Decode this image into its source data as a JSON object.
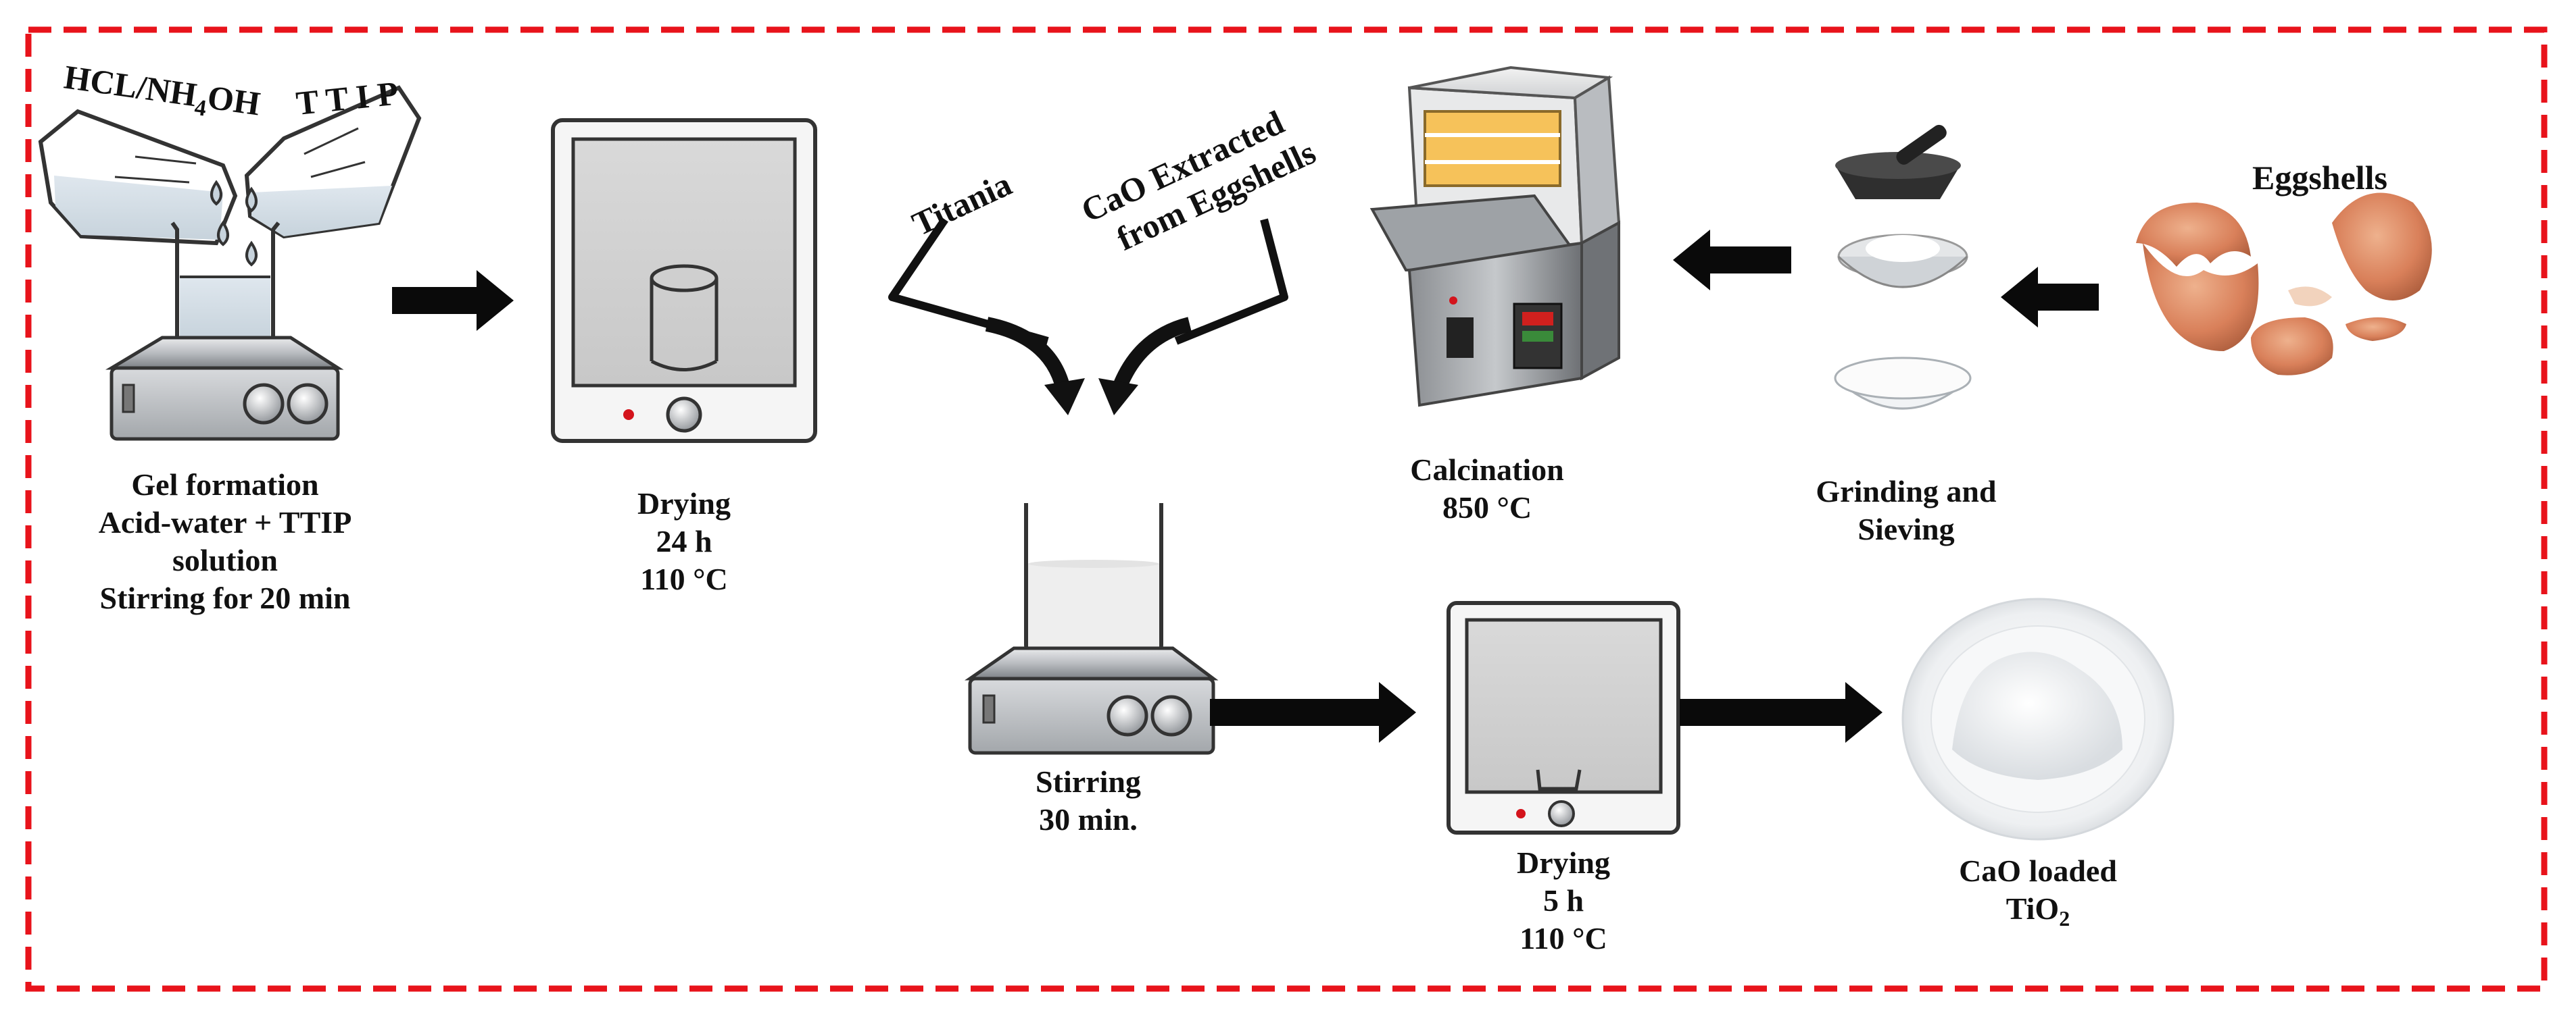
{
  "colors": {
    "frame": "#e8131b",
    "arrow": "#0a0a0a",
    "steel": "#9aa0a6",
    "eggshell": "#d9805a"
  },
  "icons": {
    "flask": "pouring-flasks-icon",
    "oven": "drying-oven-icon",
    "funnel": "mixing-funnel-icon",
    "furnace": "muffle-furnace-icon",
    "mortar": "mortar-and-pestle-icon",
    "sieve": "sieve-icon",
    "bowl": "powder-bowl-icon",
    "eggs": "eggshells-icon",
    "stirrer": "magnetic-stirrer-icon",
    "plate": "white-powder-plate-icon"
  },
  "diagram": {
    "flask_left_label_main": "HCL/NH",
    "flask_left_label_sub": "4",
    "flask_left_label_tail": "OH",
    "flask_right_label": "T T I P",
    "gel_label": [
      "Gel formation",
      "Acid-water + TTIP",
      "solution",
      "Stirring for 20 min"
    ],
    "dry1_label": [
      "Drying",
      "24 h",
      "110 °C"
    ],
    "titania_label": "Titania",
    "cao_label_line1": "CaO Extracted",
    "cao_label_line2": "from Eggshells",
    "calcination_label": [
      "Calcination",
      "850 °C"
    ],
    "grinding_label": [
      "Grinding and",
      "Sieving"
    ],
    "eggshells_label": "Eggshells",
    "stirring_label": [
      "Stirring",
      "30 min."
    ],
    "dry2_label": [
      "Drying",
      "5 h",
      "110 °C"
    ],
    "product_label_line1": "CaO loaded",
    "product_label_main": "TiO",
    "product_label_sub": "2"
  }
}
